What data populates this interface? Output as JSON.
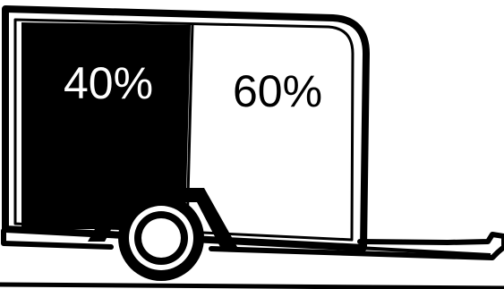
{
  "diagram": {
    "left_section": {
      "label": "40%",
      "share": 40,
      "fill": "#000000",
      "text_color": "#ffffff"
    },
    "right_section": {
      "label": "60%",
      "share": 60,
      "fill": "#ffffff",
      "text_color": "#000000"
    },
    "line_color": "#000000",
    "background": "#ffffff"
  }
}
